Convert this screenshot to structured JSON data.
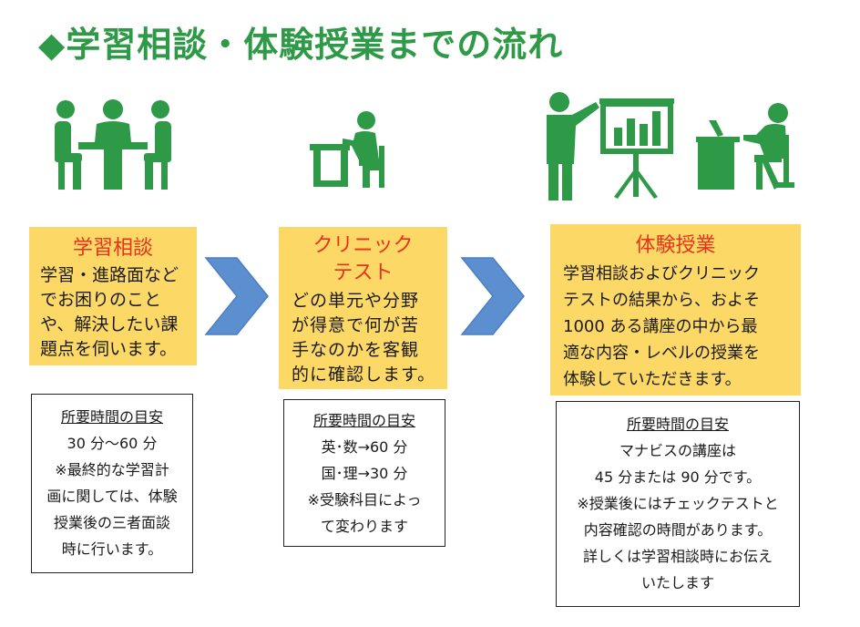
{
  "header": {
    "bullet": "◆",
    "title": "学習相談・体験授業までの流れ"
  },
  "colors": {
    "green": "#2e9a47",
    "yellow": "#fcd867",
    "red": "#e8321e",
    "arrow": "#5b8fd0"
  },
  "steps": [
    {
      "icon": "meeting-icon",
      "title": "学習相談",
      "body_lines": [
        "学習・進路面など",
        "でお困りのこと",
        "や、解決したい課",
        "題点を伺います。"
      ],
      "time_box": {
        "heading": "所要時間の目安",
        "lines": [
          "30 分～60 分",
          "※最終的な学習計",
          "画に関しては、体験",
          "授業後の三者面談",
          "時に行います。"
        ]
      }
    },
    {
      "icon": "student-desk-icon",
      "title_lines": [
        "クリニック",
        "テスト"
      ],
      "body_lines": [
        "どの単元や分野",
        "が得意で何が苦",
        "手なのかを客観",
        "的に確認します。"
      ],
      "time_box": {
        "heading": "所要時間の目安",
        "lines": [
          "英･数→60 分",
          "国･理→30 分",
          "※受験科目によっ",
          "て変わります"
        ]
      }
    },
    {
      "icon": "presentation-icon",
      "title": "体験授業",
      "body_lines": [
        "学習相談およびクリニック",
        "テストの結果から、およそ",
        "1000 ある講座の中から最",
        "適な内容・レベルの授業を",
        "体験していただきます。"
      ],
      "time_box": {
        "heading": "所要時間の目安",
        "lines": [
          "マナビスの講座は",
          "45 分または 90 分です。",
          "※授業後にはチェックテストと",
          "内容確認の時間があります。",
          "詳しくは学習相談時にお伝え",
          "いたします"
        ]
      }
    }
  ]
}
